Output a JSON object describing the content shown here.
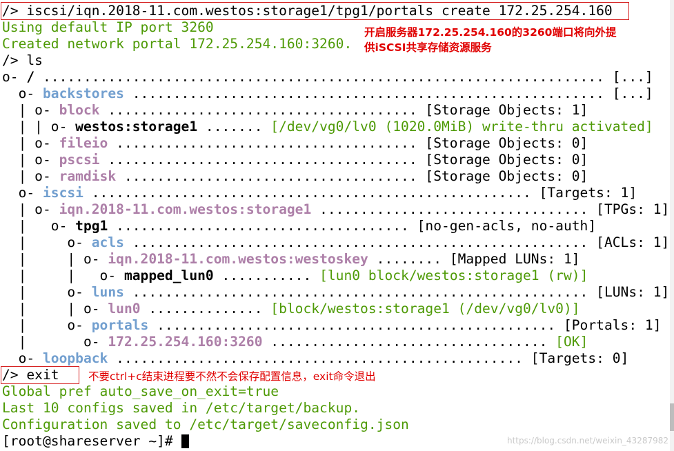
{
  "terminal": {
    "cmd_create": "/> iscsi/iqn.2018-11.com.westos:storage1/tpg1/portals create 172.25.254.160",
    "out_port": "Using default IP port 3260",
    "out_portal": "Created network portal 172.25.254.160:3260.",
    "cmd_ls": "/> ls",
    "tree": {
      "root_prefix": "o- ",
      "root_name": "/",
      "root_dots": " ..................................................................... ",
      "root_value": "[...]",
      "backstores_prefix": "  o- ",
      "backstores_name": "backstores",
      "backstores_dots": " .......................................................... ",
      "backstores_value": "[...]",
      "block_prefix": "  | o- ",
      "block_name": "block",
      "block_dots": " ...................................... ",
      "block_value": "[Storage Objects: 1]",
      "storage1_prefix": "  | | o- ",
      "storage1_name": "westos:storage1",
      "storage1_dots": " ....... ",
      "storage1_value": "[/dev/vg0/lv0 (1020.0MiB) write-thru activated]",
      "fileio_prefix": "  | o- ",
      "fileio_name": "fileio",
      "fileio_dots": " ..................................... ",
      "fileio_value": "[Storage Objects: 0]",
      "pscsi_prefix": "  | o- ",
      "pscsi_name": "pscsi",
      "pscsi_dots": " ...................................... ",
      "pscsi_value": "[Storage Objects: 0]",
      "ramdisk_prefix": "  | o- ",
      "ramdisk_name": "ramdisk",
      "ramdisk_dots": " .................................... ",
      "ramdisk_value": "[Storage Objects: 0]",
      "iscsi_prefix": "  o- ",
      "iscsi_name": "iscsi",
      "iscsi_dots": " ...................................................... ",
      "iscsi_value": "[Targets: 1]",
      "iqn_prefix": "  | o- ",
      "iqn_name": "iqn.2018-11.com.westos:storage1",
      "iqn_dots": " ................................. ",
      "iqn_value": "[TPGs: 1]",
      "tpg1_prefix": "  |   o- ",
      "tpg1_name": "tpg1",
      "tpg1_dots": " .................................... ",
      "tpg1_value": "[no-gen-acls, no-auth]",
      "acls_prefix": "  |     o- ",
      "acls_name": "acls",
      "acls_dots": " ........................................................ ",
      "acls_value": "[ACLs: 1]",
      "westoskey_prefix": "  |     | o- ",
      "westoskey_name": "iqn.2018-11.com.westos:westoskey",
      "westoskey_dots": " ........ ",
      "westoskey_value": "[Mapped LUNs: 1]",
      "mappedlun_prefix": "  |     |   o- ",
      "mappedlun_name": "mapped_lun0",
      "mappedlun_dots": " ........... ",
      "mappedlun_value": "[lun0 block/westos:storage1 (rw)]",
      "luns_prefix": "  |     o- ",
      "luns_name": "luns",
      "luns_dots": " ........................................................ ",
      "luns_value": "[LUNs: 1]",
      "lun0_prefix": "  |     | o- ",
      "lun0_name": "lun0",
      "lun0_dots": " .............. ",
      "lun0_value": "[block/westos:storage1 (/dev/vg0/lv0)]",
      "portals_prefix": "  |     o- ",
      "portals_name": "portals",
      "portals_dots": " ................................................. ",
      "portals_value": "[Portals: 1]",
      "portal160_prefix": "  |       o- ",
      "portal160_name": "172.25.254.160:3260",
      "portal160_dots": " .................................. ",
      "portal160_value": "[OK]",
      "loopback_prefix": "  o- ",
      "loopback_name": "loopback",
      "loopback_dots": " .................................................. ",
      "loopback_value": "[Targets: 0]"
    },
    "cmd_exit": "/> exit",
    "out_autosave": "Global pref auto_save_on_exit=true",
    "out_backup": "Last 10 configs saved in /etc/target/backup.",
    "out_saved": "Configuration saved to /etc/target/saveconfig.json",
    "prompt": "[root@shareserver ~]# "
  },
  "annotations": {
    "note1_line1": "开启服务器172.25.254.160的3260端口将向外提",
    "note1_line2": "供iSCSI共享存储资源服务",
    "note2": "不要ctrl+c结束进程要不然不会保存配置信息，exit命令退出"
  },
  "watermark": "https://blog.csdn.net/weixin_43287982",
  "colors": {
    "green": "#4e9a06",
    "blue": "#729fcf",
    "mauve": "#ad7fa8",
    "annotation_red": "#e00000"
  }
}
